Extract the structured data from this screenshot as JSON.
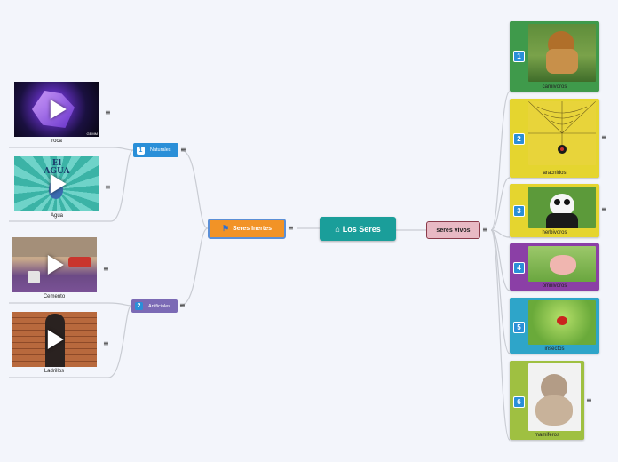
{
  "central": {
    "label": "Los Seres",
    "icon": "home-icon",
    "color": "#1a9e9a"
  },
  "left_main": {
    "label": "Seres Inertes",
    "icon": "flag-icon",
    "color": "#f29326"
  },
  "right_main": {
    "label": "seres vivos",
    "color": "#e8b9c4"
  },
  "groups": [
    {
      "number": "1",
      "label": "Naturales",
      "color": "#2a8fd8"
    },
    {
      "number": "2",
      "label": "Artificiales",
      "color": "#7b6ab5"
    }
  ],
  "videos": [
    {
      "caption": "roca",
      "theme": "video-thumbnail-roca",
      "watermark": "GEMM"
    },
    {
      "caption": "Agua",
      "theme": "video-thumbnail-agua",
      "title": "El AGUA"
    },
    {
      "caption": "Cemento",
      "theme": "video-thumbnail-cemento"
    },
    {
      "caption": "Ladrillos",
      "theme": "video-thumbnail-ladrillos"
    }
  ],
  "animals": [
    {
      "number": "1",
      "label": "carnivoros",
      "color": "#3f9a4b",
      "photo": "lion-photo"
    },
    {
      "number": "2",
      "label": "aracnidos",
      "color": "#e5d52f",
      "photo": "spider-photo"
    },
    {
      "number": "3",
      "label": "herbivoros",
      "color": "#e5d52f",
      "photo": "panda-photo"
    },
    {
      "number": "4",
      "label": "omnivoros",
      "color": "#8b3fa6",
      "photo": "pig-photo"
    },
    {
      "number": "5",
      "label": "insectos",
      "color": "#2ea5c9",
      "photo": "ladybug-photo"
    },
    {
      "number": "6",
      "label": "mamiferos",
      "color": "#9fc041",
      "photo": "rabbit-photo"
    }
  ],
  "menu_glyph": "≡"
}
